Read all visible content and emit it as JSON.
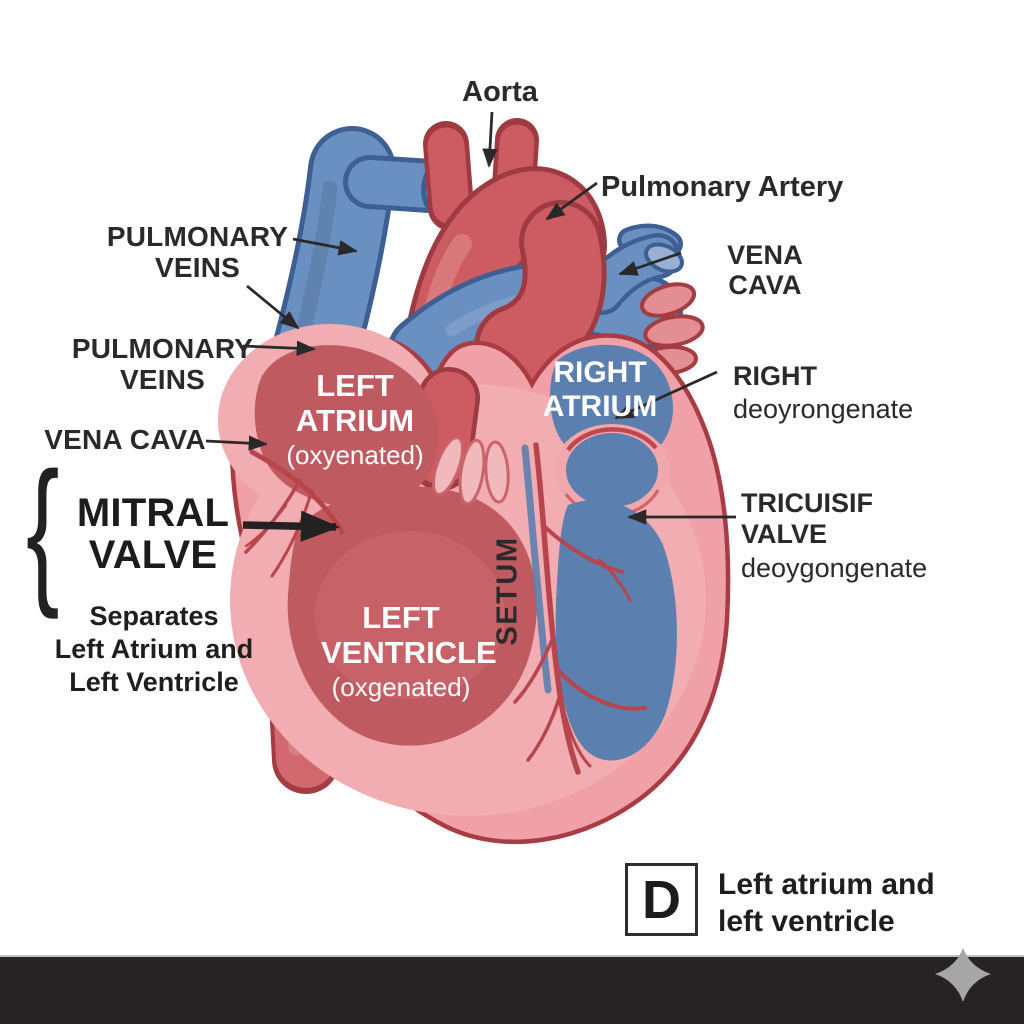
{
  "figure": {
    "type": "heart-anatomy-diagram"
  },
  "labels": {
    "aorta": "Aorta",
    "pulmonary_artery": "Pulmonary Artery",
    "pulmonary_veins_upper": "PULMONARY VEINS",
    "pulmonary_veins_lower": "PULMONARY VEINS",
    "vena_cava_left": "VENA CAVA",
    "vena_cava_right": "VENA CAVA",
    "right_external_title": "RIGHT",
    "right_external_sub": "deoyrongenate",
    "tricuspid_title": "TRICUISIF\nVALVE",
    "tricuspid_sub": "deoygongenate",
    "septum": "SETUM"
  },
  "mitral": {
    "brace": "{",
    "title": "MITRAL VALVE",
    "note": "Separates\nLeft Atrium and\nLeft Ventricle"
  },
  "chambers": {
    "left_atrium_title": "LEFT ATRIUM",
    "left_atrium_sub": "(oxyenated)",
    "left_ventricle_title": "LEFT VENTRICLE",
    "left_ventricle_sub": "(oxgenated)",
    "right_atrium_title": "RIGHT ATRIUM"
  },
  "legend": {
    "key": "D",
    "text": "Left atrium and\nleft ventricle"
  },
  "colors": {
    "oxygenated_red": "#cd5c62",
    "deoxygenated_blue": "#6990c1",
    "heart_wall_pink": "#efa1a7",
    "chamber_red": "#c05a61",
    "chamber_blue": "#5b7fae",
    "outline_red": "#a03a42",
    "outline_blue": "#3e5f94",
    "label_text": "#2b292a",
    "bottom_bar": "#272223",
    "sparkle_gray": "#a6a6a6"
  }
}
